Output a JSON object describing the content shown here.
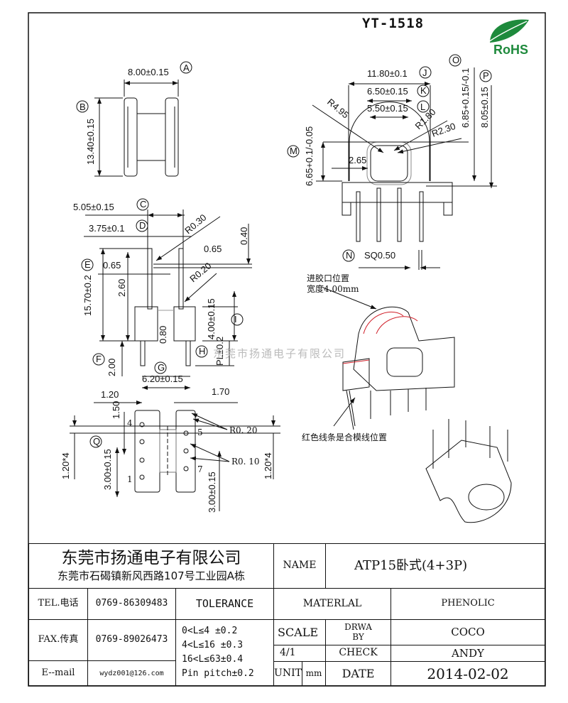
{
  "drawing": {
    "part_number": "YT-1518",
    "rohs_logo_text": "RoHS",
    "watermark": "东莞市扬通电子有限公司",
    "top_view": {
      "width_dim": "8.00±0.15",
      "width_ref": "A",
      "height_dim": "13.40±0.15",
      "height_ref": "B"
    },
    "front_view": {
      "j_dim": "11.80±0.1",
      "j_ref": "J",
      "k_dim": "6.50±0.15",
      "k_ref": "K",
      "l_dim": "5.50±0.15",
      "l_ref": "L",
      "r_outer": "R4.95",
      "r_inner1": "R1.80",
      "r_inner2": "R2.30",
      "o_dim": "6.85+0.15/-0.1",
      "o_ref": "O",
      "p_dim": "8.05±0.15",
      "p_ref": "P",
      "m_dim": "6.65+0.1/-0.05",
      "m_ref": "M",
      "wall_dim": "2.65",
      "pin_dim": "SQ0.50",
      "pin_ref": "N"
    },
    "side_view": {
      "c_dim": "5.05±0.15",
      "c_ref": "C",
      "d_dim": "3.75±0.1",
      "d_ref": "D",
      "r030": "R0.30",
      "r020": "R0.20",
      "dim_040": "0.40",
      "dim_065a": "0.65",
      "dim_065b": "0.65",
      "e_dim": "15.70±0.2",
      "e_ref": "E",
      "dim_260": "2.60",
      "dim_080": "0.80",
      "i_dim": "4.00±0.15",
      "i_ref": "I",
      "h_dim": "PL±0.2",
      "h_ref": "H",
      "f_dim": "2.00",
      "f_ref": "F",
      "g_dim": "6.20±0.15",
      "g_ref": "G",
      "dim_120": "1.20",
      "dim_170": "1.70"
    },
    "bottom_view": {
      "dim_150": "1.50",
      "q_ref": "Q",
      "pitch_left": "1.20*4",
      "pitch_right": "1.20*4",
      "dim_300a": "3.00±0.15",
      "dim_300b": "3.00±0.15",
      "r020": "R0. 20",
      "r010": "R0. 10",
      "pin_4": "4",
      "pin_1": "1",
      "pin_5": "5",
      "pin_7": "7"
    },
    "iso_view": {
      "gate_note_1": "进胶口位置",
      "gate_note_2": "宽度4.00mm",
      "red_line_note": "红色线条是合模线位置"
    }
  },
  "title_block": {
    "company": "东莞市扬通电子有限公司",
    "address": "东莞市石碣镇新风西路107号工业园A栋",
    "name_label": "NAME",
    "name_value": "ATP15卧式(4+3P)",
    "tel_label": "TEL.电话",
    "tel_value": "0769-86309483",
    "fax_label": "FAX.传真",
    "fax_value": "0769-89026473",
    "email_label": "E--mail",
    "email_value": "wydz001@126.com",
    "tolerance_label": "TOLERANCE",
    "tolerance_rows": [
      "0<L≤4   ±0.2",
      "4<L≤16  ±0.3",
      "16<L≤63±0.4",
      "Pin pitch±0.2"
    ],
    "material_label": "MATERLAL",
    "material_value": "PHENOLIC",
    "scale_label": "SCALE",
    "scale_value": "4/1",
    "drawn_label": "DRWA BY",
    "drawn_value": "COCO",
    "check_label": "CHECK",
    "check_value": "ANDY",
    "unit_label": "UNIT",
    "unit_value": "mm",
    "date_label": "DATE",
    "date_value": "2014-02-02"
  },
  "colors": {
    "rohs_green": "#1e8a3c",
    "mold_line_red": "#d0202a"
  }
}
